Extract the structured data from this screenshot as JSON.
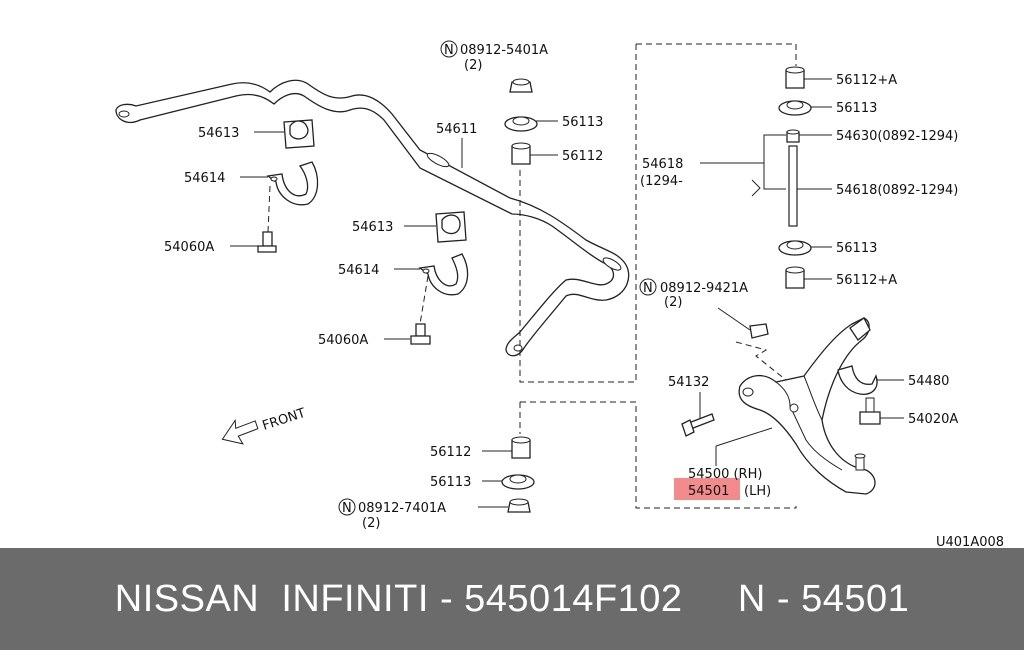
{
  "labels": {
    "n_08912_5401A": "08912-5401A",
    "qty_top": "(2)",
    "p56113_top": "56113",
    "p56112_top": "56112",
    "p54611": "54611",
    "p54613_a": "54613",
    "p54614_a": "54614",
    "p54060A_a": "54060A",
    "p54613_b": "54613",
    "p54614_b": "54614",
    "p54060A_b": "54060A",
    "front": "FRONT",
    "p56112_bottom": "56112",
    "p56113_bottom": "56113",
    "n_08912_7401A": "08912-7401A",
    "qty_bottom": "(2)",
    "p56112A_top": "56112+A",
    "p56113_right1": "56113",
    "p54630": "54630(0892-1294)",
    "p54618_left": "54618",
    "p54618_range": "(1294-",
    "p54618_right": "54618(0892-1294)",
    "p56113_right2": "56113",
    "p56112A_bottom": "56112+A",
    "n_08912_9421A": "08912-9421A",
    "qty_mid": "(2)",
    "p54132": "54132",
    "p54480": "54480",
    "p54020A": "54020A",
    "p54500": "54500 (RH)",
    "p54501": "54501",
    "p54501_side": "(LH)",
    "code": "U401A008",
    "n_symbol": "N"
  },
  "highlight_color": "#f28b8b",
  "footer": {
    "text": "NISSAN  INFINITI - 545014F102     N - 54501"
  }
}
